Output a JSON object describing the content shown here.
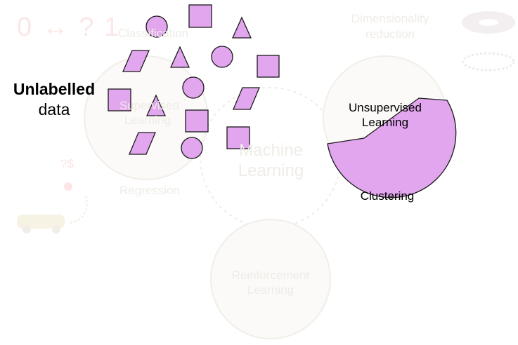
{
  "main_label": {
    "bold": "Unlabelled",
    "regular": "data"
  },
  "focus": {
    "title_line1": "Unsupervised",
    "title_line2": "Learning",
    "subcategory": "Clustering",
    "fill": "#e2a6ef"
  },
  "background": {
    "center": {
      "line1": "Machine",
      "line2": "Learning"
    },
    "supervised": {
      "line1": "Supervised",
      "line2": "Learning"
    },
    "classification": "Classification",
    "regression": "Regression",
    "reinforcement": {
      "line1": "Reinforcement",
      "line2": "Learning"
    },
    "dimensionality": {
      "line1": "Dimensionality",
      "line2": "reduction"
    },
    "digits": "0 ↔ ? 1",
    "price": "?$",
    "faded_color": "#efece7"
  }
}
